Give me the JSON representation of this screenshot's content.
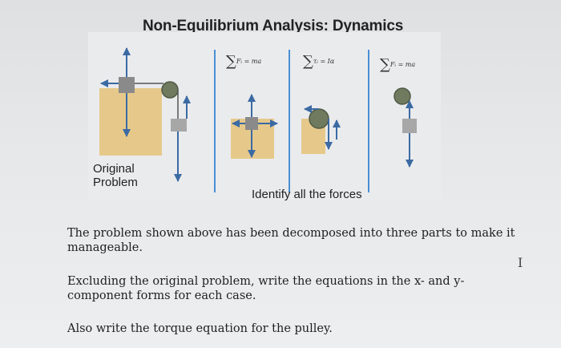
{
  "slide": {
    "title": "Non-Equilibrium Analysis: Dynamics",
    "equations": {
      "forces_1": "Fᵢ = ma",
      "torque": "τᵢ = Iα",
      "forces_2": "Fᵢ = ma"
    },
    "captions": {
      "original_line1": "Original",
      "original_line2": "Problem",
      "identify": "Identify all the forces"
    },
    "paragraphs": {
      "p1": "The problem shown above has been decomposed into three parts to make it manageable.",
      "p2": "Excluding the original problem, write the equations in the x- and y-component forms for each case.",
      "p3": "Also write the torque equation for the pulley."
    },
    "colors": {
      "block": "#e6c98a",
      "hanging_mass": "#a7a7a7",
      "pulley": "#6f7a5f",
      "arrow": "#3b6aa3",
      "divider": "#4a8fd4"
    }
  }
}
